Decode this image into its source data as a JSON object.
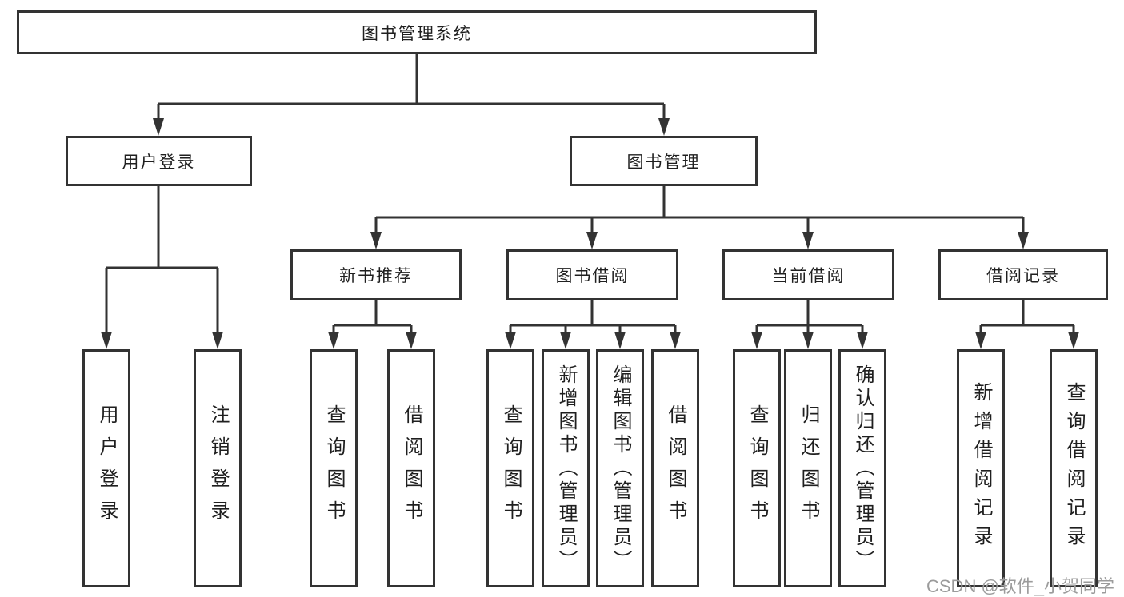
{
  "diagram_title": "图书管理系统",
  "tree": {
    "root": {
      "label": "图书管理系统"
    },
    "branches": [
      {
        "label": "用户登录",
        "children": [
          "用户登录",
          "注销登录"
        ]
      },
      {
        "label": "图书管理",
        "children": [
          {
            "label": "新书推荐",
            "children": [
              "查询图书",
              "借阅图书"
            ]
          },
          {
            "label": "图书借阅",
            "children": [
              "查询图书",
              "新增图书（管理员）",
              "编辑图书（管理员）",
              "借阅图书"
            ]
          },
          {
            "label": "当前借阅",
            "children": [
              "查询图书",
              "归还图书",
              "确认归还（管理员）"
            ]
          },
          {
            "label": "借阅记录",
            "children": [
              "新增借阅记录",
              "查询借阅记录"
            ]
          }
        ]
      }
    ]
  },
  "watermark": "CSDN @软件_小贺同学",
  "colors": {
    "line": "#333333",
    "box_border": "#333333",
    "box_fill": "#ffffff",
    "text": "#1f1f1f",
    "watermark": "#9b9b9b",
    "background": "#ffffff"
  }
}
